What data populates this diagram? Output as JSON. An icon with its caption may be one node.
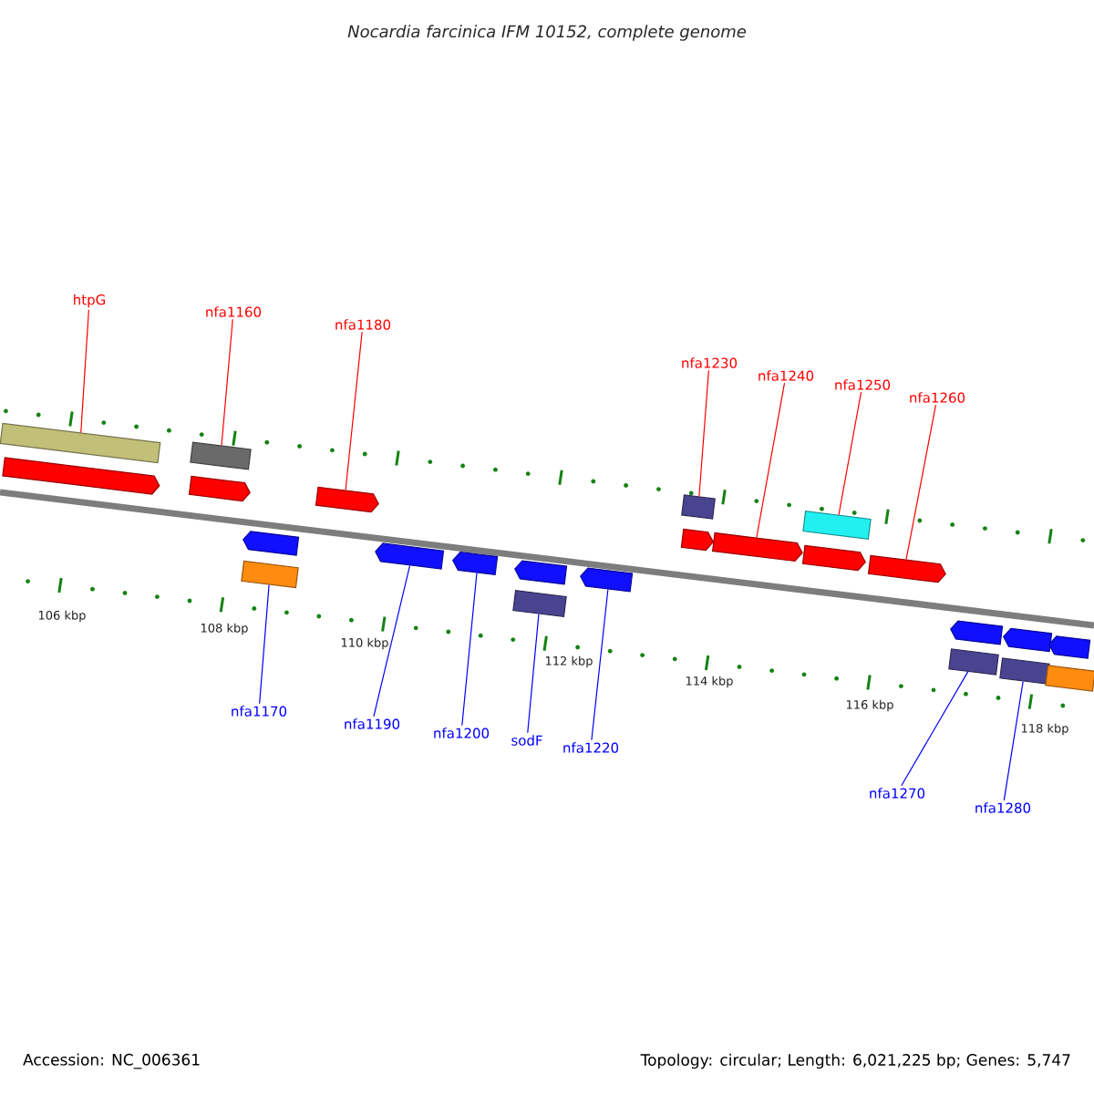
{
  "diagram": {
    "title": "Nocardia farcinica IFM 10152, complete genome",
    "nodes": [
      {
        "text": [
          "htpG"
        ]
      },
      {
        "text": [
          "nfa1160"
        ]
      },
      {
        "text": [
          "nfa1180"
        ]
      },
      {
        "text": [
          "nfa1230"
        ]
      },
      {
        "text": [
          "nfa1240"
        ]
      },
      {
        "text": [
          "nfa1250"
        ]
      },
      {
        "text": [
          "nfa1260"
        ]
      },
      {
        "text": [],
        "shape": "bar"
      },
      {
        "text": [],
        "shape": "bar"
      },
      {
        "text": [],
        "shape": "bar"
      },
      {
        "text": [],
        "shape": "bar"
      },
      {
        "text": [],
        "shape": "arrow"
      },
      {
        "text": [],
        "shape": "arrow"
      },
      {
        "text": [],
        "shape": "arrow"
      },
      {
        "text": [],
        "shape": "arrow"
      },
      {
        "text": [],
        "shape": "arrow"
      },
      {
        "text": [],
        "shape": "arrow"
      },
      {
        "text": [],
        "shape": "arrow"
      },
      {
        "text": [],
        "shape": "arrow"
      },
      {
        "text": [],
        "shape": "arrow"
      },
      {
        "text": [],
        "shape": "arrow"
      },
      {
        "text": [],
        "shape": "arrow"
      },
      {
        "text": [],
        "shape": "arrow"
      },
      {
        "text": [],
        "shape": "arrow"
      },
      {
        "text": [],
        "shape": "arrow"
      },
      {
        "text": [],
        "shape": "arrow"
      },
      {
        "text": [],
        "shape": "bar"
      },
      {
        "text": [],
        "shape": "bar"
      },
      {
        "text": [],
        "shape": "bar"
      },
      {
        "text": [],
        "shape": "bar"
      },
      {
        "text": [],
        "shape": "bar"
      },
      {
        "text": [
          "nfa1170"
        ]
      },
      {
        "text": [
          "nfa1190"
        ]
      },
      {
        "text": [
          "nfa1200"
        ]
      },
      {
        "text": [
          "sodF"
        ]
      },
      {
        "text": [
          "nfa1220"
        ]
      },
      {
        "text": [
          "nfa1270"
        ]
      },
      {
        "text": [
          "nfa1280"
        ]
      }
    ],
    "edges": [
      {
        "from": 0,
        "to": 7,
        "arrow": "none",
        "color": "#ff0000"
      },
      {
        "from": 1,
        "to": 8,
        "arrow": "none",
        "color": "#ff0000"
      },
      {
        "from": 2,
        "to": 13,
        "arrow": "none",
        "color": "#ff0000"
      },
      {
        "from": 3,
        "to": 9,
        "arrow": "none",
        "color": "#ff0000"
      },
      {
        "from": 4,
        "to": 15,
        "arrow": "none",
        "color": "#ff0000"
      },
      {
        "from": 5,
        "to": 10,
        "arrow": "none",
        "color": "#ff0000"
      },
      {
        "from": 6,
        "to": 17,
        "arrow": "none",
        "color": "#ff0000"
      },
      {
        "from": 31,
        "to": 26,
        "arrow": "none",
        "color": "#0000ff"
      },
      {
        "from": 32,
        "to": 19,
        "arrow": "none",
        "color": "#0000ff"
      },
      {
        "from": 33,
        "to": 20,
        "arrow": "none",
        "color": "#0000ff"
      },
      {
        "from": 34,
        "to": 27,
        "arrow": "none",
        "color": "#0000ff"
      },
      {
        "from": 35,
        "to": 22,
        "arrow": "none",
        "color": "#0000ff"
      },
      {
        "from": 36,
        "to": 28,
        "arrow": "none",
        "color": "#0000ff"
      },
      {
        "from": 37,
        "to": 29,
        "arrow": "none",
        "color": "#0000ff"
      }
    ],
    "labels": [
      "106 kbp",
      "108 kbp",
      "110 kbp",
      "112 kbp",
      "114 kbp",
      "116 kbp",
      "118 kbp",
      "Accession: NC_006361",
      "Topology: circular; Length: 6,021,225 bp; Genes: 5,747"
    ]
  }
}
